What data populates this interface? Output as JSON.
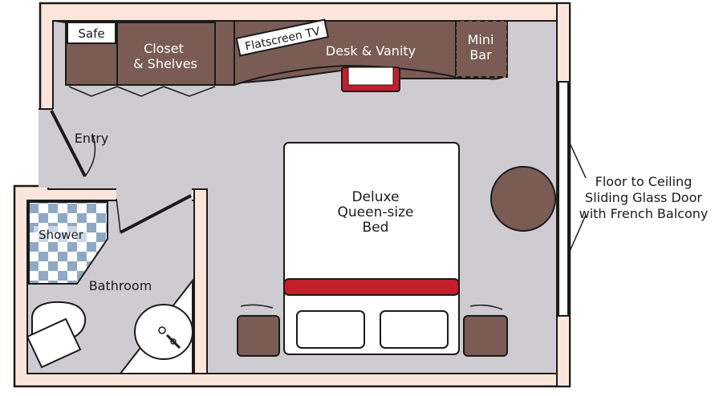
{
  "plan": {
    "safe_label": "Safe",
    "closet_line1": "Closet",
    "closet_line2": "& Shelves",
    "tv_label": "Flatscreen TV",
    "desk_label": "Desk & Vanity",
    "minibar_line1": "Mini",
    "minibar_line2": "Bar",
    "entry_label": "Entry",
    "bed_line1": "Deluxe",
    "bed_line2": "Queen-size",
    "bed_line3": "Bed",
    "shower_label": "Shower",
    "bathroom_label": "Bathroom",
    "balcony_line1": "Floor to Ceiling",
    "balcony_line2": "Sliding Glass Door",
    "balcony_line3": "with French Balcony"
  },
  "colors": {
    "floor": "#cfccd1",
    "wall": "#fce6db",
    "outline": "#1a1a1a",
    "furniture": "#7a5c55",
    "bed_accent": "#c41e2a",
    "bed": "#ffffff",
    "tile_a": "#8fa8c4",
    "tile_b": "#ffffff"
  }
}
